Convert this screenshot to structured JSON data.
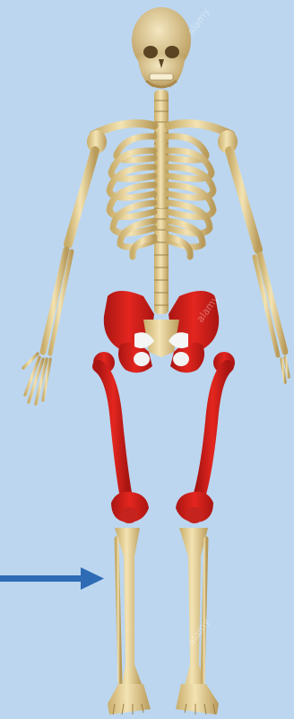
{
  "figure": {
    "subject": "human skeleton, anterior view",
    "highlighted_regions": [
      "pelvis",
      "left-femur",
      "right-femur"
    ],
    "pointed_region": "left-tibia-fibula",
    "watermark": "alamy"
  },
  "colors": {
    "background": "#bcd6ef",
    "bone": "#e9d49a",
    "bone_shade": "#b89a55",
    "highlight": "#d81f1a",
    "highlight_shade": "#9e1210",
    "arrow": "#2e6bb5"
  },
  "icons": {
    "pointer": "right-arrow-icon"
  }
}
